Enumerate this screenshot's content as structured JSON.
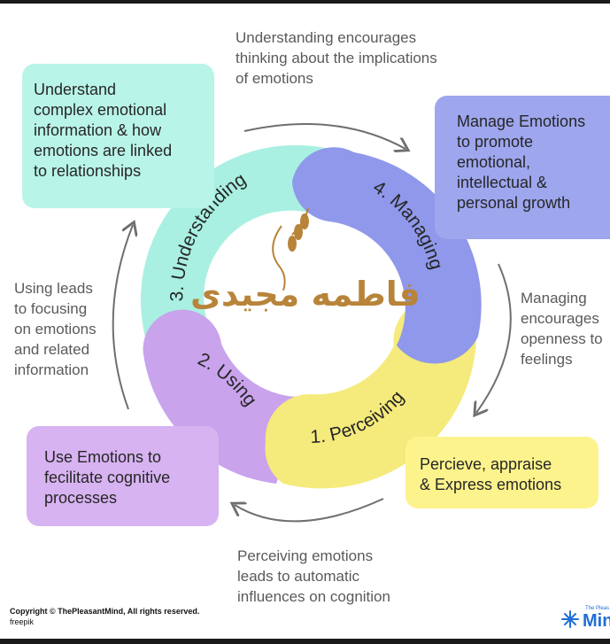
{
  "segments": [
    {
      "label": "1. Perceiving",
      "color": "#f5ea7c"
    },
    {
      "label": "2. Using",
      "color": "#c9a3ec"
    },
    {
      "label": "3. Understanding",
      "color": "#a9f0e2"
    },
    {
      "label": "4. Managing",
      "color": "#8f98ea"
    }
  ],
  "boxes": {
    "understand": "Understand\ncomplex emotional\ninformation & how\nemotions are linked\nto relationships",
    "manage": "Manage Emotions\nto promote\nemotional,\nintellectual &\npersonal growth",
    "use": "Use Emotions to\nfecilitate cognitive\nprocesses",
    "perceive": "Percieve, appraise\n& Express emotions"
  },
  "notes": {
    "top": "Understanding encourages\nthinking about the implications\nof emotions",
    "left": "Using leads\nto focusing\non emotions\nand related\ninformation",
    "right": "Managing\nencourages\nopenness to\nfeelings",
    "bottom": "Perceiving emotions\nleads to automatic\ninfluences on cognition"
  },
  "watermark": "فاطمه مجیدی",
  "footer": {
    "copyright": "Copyright © ThePleasantMind, All rights reserved.",
    "credit": "freepik",
    "logo_small": "The Pleas",
    "logo_word": "Min"
  },
  "colors": {
    "arrow": "#6f6f6f",
    "watermark": "#b8843a"
  }
}
